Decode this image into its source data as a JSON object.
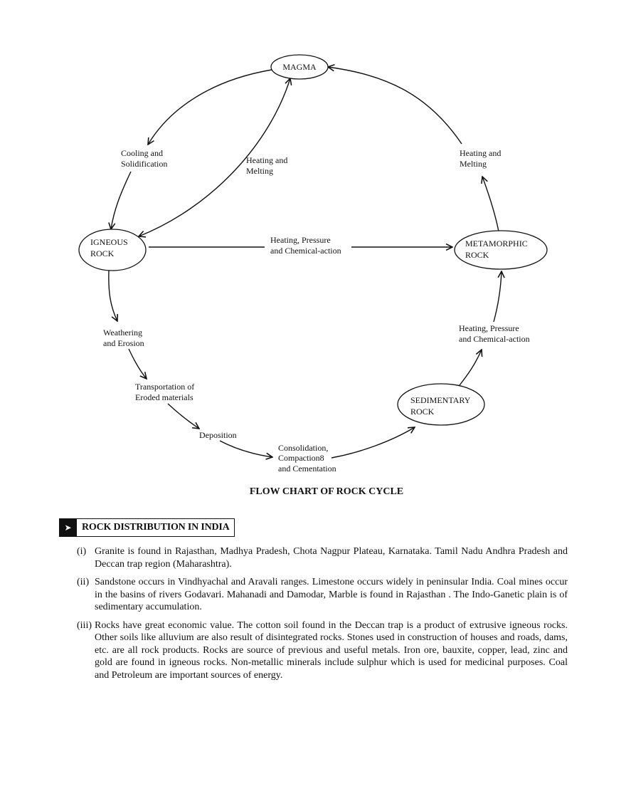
{
  "diagram": {
    "nodes": {
      "magma": "MAGMA",
      "igneous": [
        "IGNEOUS",
        "ROCK"
      ],
      "metamorphic": [
        "METAMORPHIC",
        "ROCK"
      ],
      "sedimentary": [
        "SEDIMENTARY",
        "ROCK"
      ]
    },
    "labels": {
      "cooling": [
        "Cooling and",
        "Solidification"
      ],
      "heating_melting_left": [
        "Heating and",
        "Melting"
      ],
      "heating_melting_right": [
        "Heating and",
        "Melting"
      ],
      "heating_pressure_center": [
        "Heating, Pressure",
        "and Chemical-action"
      ],
      "heating_pressure_right": [
        "Heating, Pressure",
        "and Chemical-action"
      ],
      "weathering": [
        "Weathering",
        "and Erosion"
      ],
      "transportation": [
        "Transportation of",
        "Eroded materials"
      ],
      "deposition": "Deposition",
      "consolidation": [
        "Consolidation,",
        "Compaction8",
        "and Cementation"
      ]
    },
    "caption": "FLOW CHART OF ROCK CYCLE"
  },
  "section": {
    "bullet_icon": "➤",
    "title": "ROCK DISTRIBUTION IN INDIA",
    "items": [
      {
        "num": "(i)",
        "text": "Granite is found in Rajasthan, Madhya Pradesh, Chota Nagpur Plateau, Karnataka. Tamil Nadu Andhra Pradesh and Deccan trap region (Maharashtra)."
      },
      {
        "num": "(ii)",
        "text": "Sandstone occurs in Vindhyachal and Aravali ranges. Limestone occurs widely in peninsular India. Coal mines occur in the basins of rivers Godavari. Mahanadi and Damodar, Marble is found in Rajasthan . The Indo-Ganetic plain is of sedimentary accumulation."
      },
      {
        "num": "(iii)",
        "text": "Rocks have great economic value. The cotton soil found in the Deccan trap is a product of extrusive igneous rocks. Other soils like alluvium are also result of disintegrated rocks. Stones used in construction of houses and roads, dams, etc. are all rock products. Rocks are source of previous and useful metals. Iron ore, bauxite, copper, lead, zinc and gold are found in igneous rocks. Non-metallic minerals include sulphur which is used for medicinal purposes. Coal and Petroleum are important sources of energy."
      }
    ]
  }
}
